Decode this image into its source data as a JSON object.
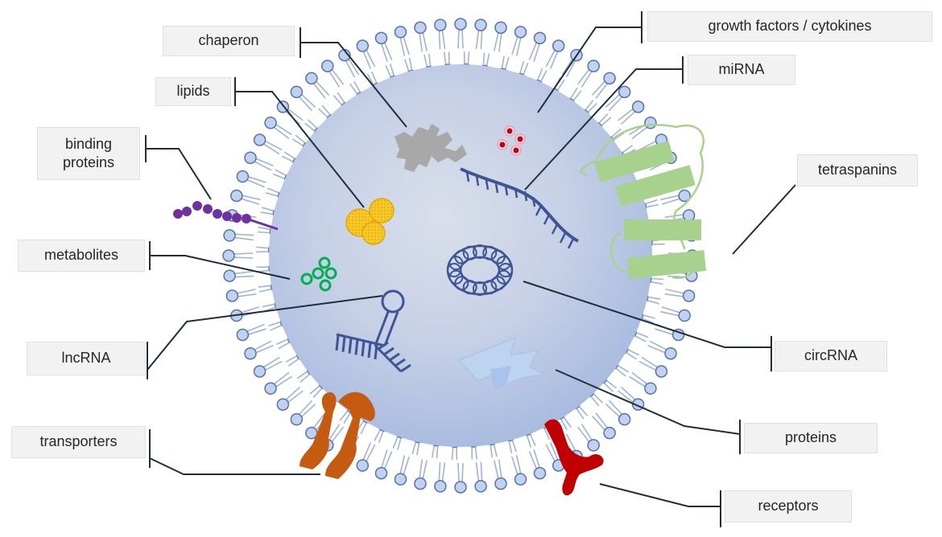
{
  "labels": {
    "chaperon": "chaperon",
    "growth_factors": "growth factors / cytokines",
    "lipids": "lipids",
    "mirna": "miRNA",
    "binding_proteins_line1": "binding",
    "binding_proteins_line2": "proteins",
    "tetraspanins": "tetraspanins",
    "metabolites": "metabolites",
    "lncrna": "lncRNA",
    "circrna": "circRNA",
    "transporters": "transporters",
    "proteins": "proteins",
    "receptors": "receptors"
  },
  "colors": {
    "vesicle_fill": "#b9c9e6",
    "membrane_head": "#c2d2ee",
    "membrane_stroke": "#5273b0",
    "callout_line": "#1f2d3d",
    "label_bg": "#f2f2f2",
    "chaperon": "#a8a8a8",
    "growth_factor": "#c0001a",
    "rna": "#3d5596",
    "lipid": "#f5c518",
    "binding_protein": "#7030a0",
    "tetraspanin": "#a9d18e",
    "metabolite": "#00b050",
    "transporter": "#c55a11",
    "receptor": "#c00000",
    "protein": "#bdd3f0"
  }
}
